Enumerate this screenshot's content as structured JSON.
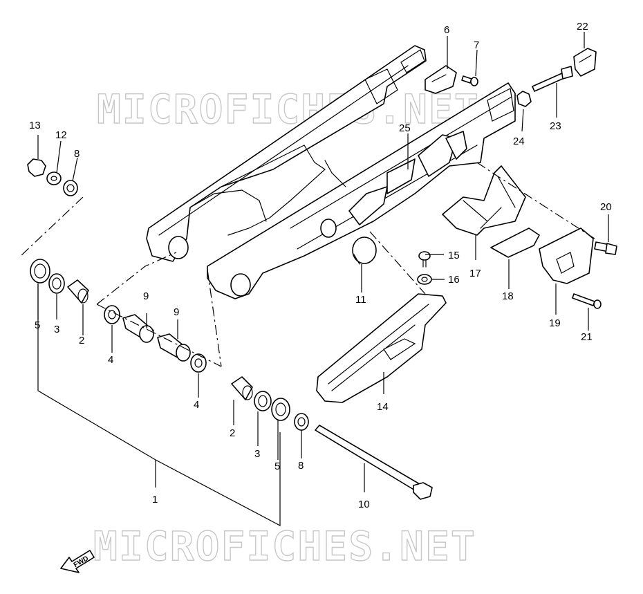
{
  "watermark": {
    "top": "MICROFICHES.NET",
    "bottom": "MICROFICHES.NET"
  },
  "fwd_arrow": {
    "label": "FWD"
  },
  "callouts": {
    "c1": "1",
    "c2a": "2",
    "c2b": "2",
    "c3a": "3",
    "c3b": "3",
    "c4a": "4",
    "c4b": "4",
    "c5a": "5",
    "c5b": "5",
    "c6": "6",
    "c7": "7",
    "c8a": "8",
    "c8b": "8",
    "c9a": "9",
    "c9b": "9",
    "c10": "10",
    "c11": "11",
    "c12": "12",
    "c13": "13",
    "c14": "14",
    "c15": "15",
    "c16": "16",
    "c17": "17",
    "c18": "18",
    "c19": "19",
    "c20": "20",
    "c21": "21",
    "c22": "22",
    "c23": "23",
    "c24": "24",
    "c25": "25"
  }
}
